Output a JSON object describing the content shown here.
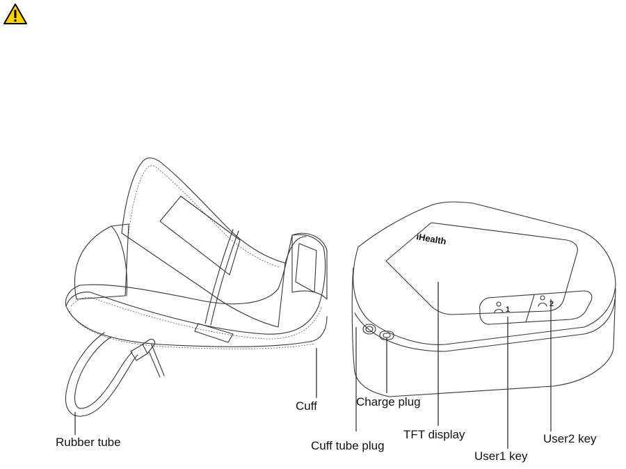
{
  "icons": {
    "warning": "warning-triangle-icon",
    "warning_fill": "#ffd200",
    "warning_stroke": "#000000"
  },
  "device": {
    "brand": "iHealth",
    "user1_key_text": "1",
    "user2_key_text": "2"
  },
  "labels": {
    "cuff": "Cuff",
    "rubber_tube": "Rubber tube",
    "charge_plug": "Charge plug",
    "cuff_tube_plug": "Cuff tube plug",
    "tft_display": "TFT display",
    "user1_key": "User1 key",
    "user2_key": "User2 key"
  }
}
